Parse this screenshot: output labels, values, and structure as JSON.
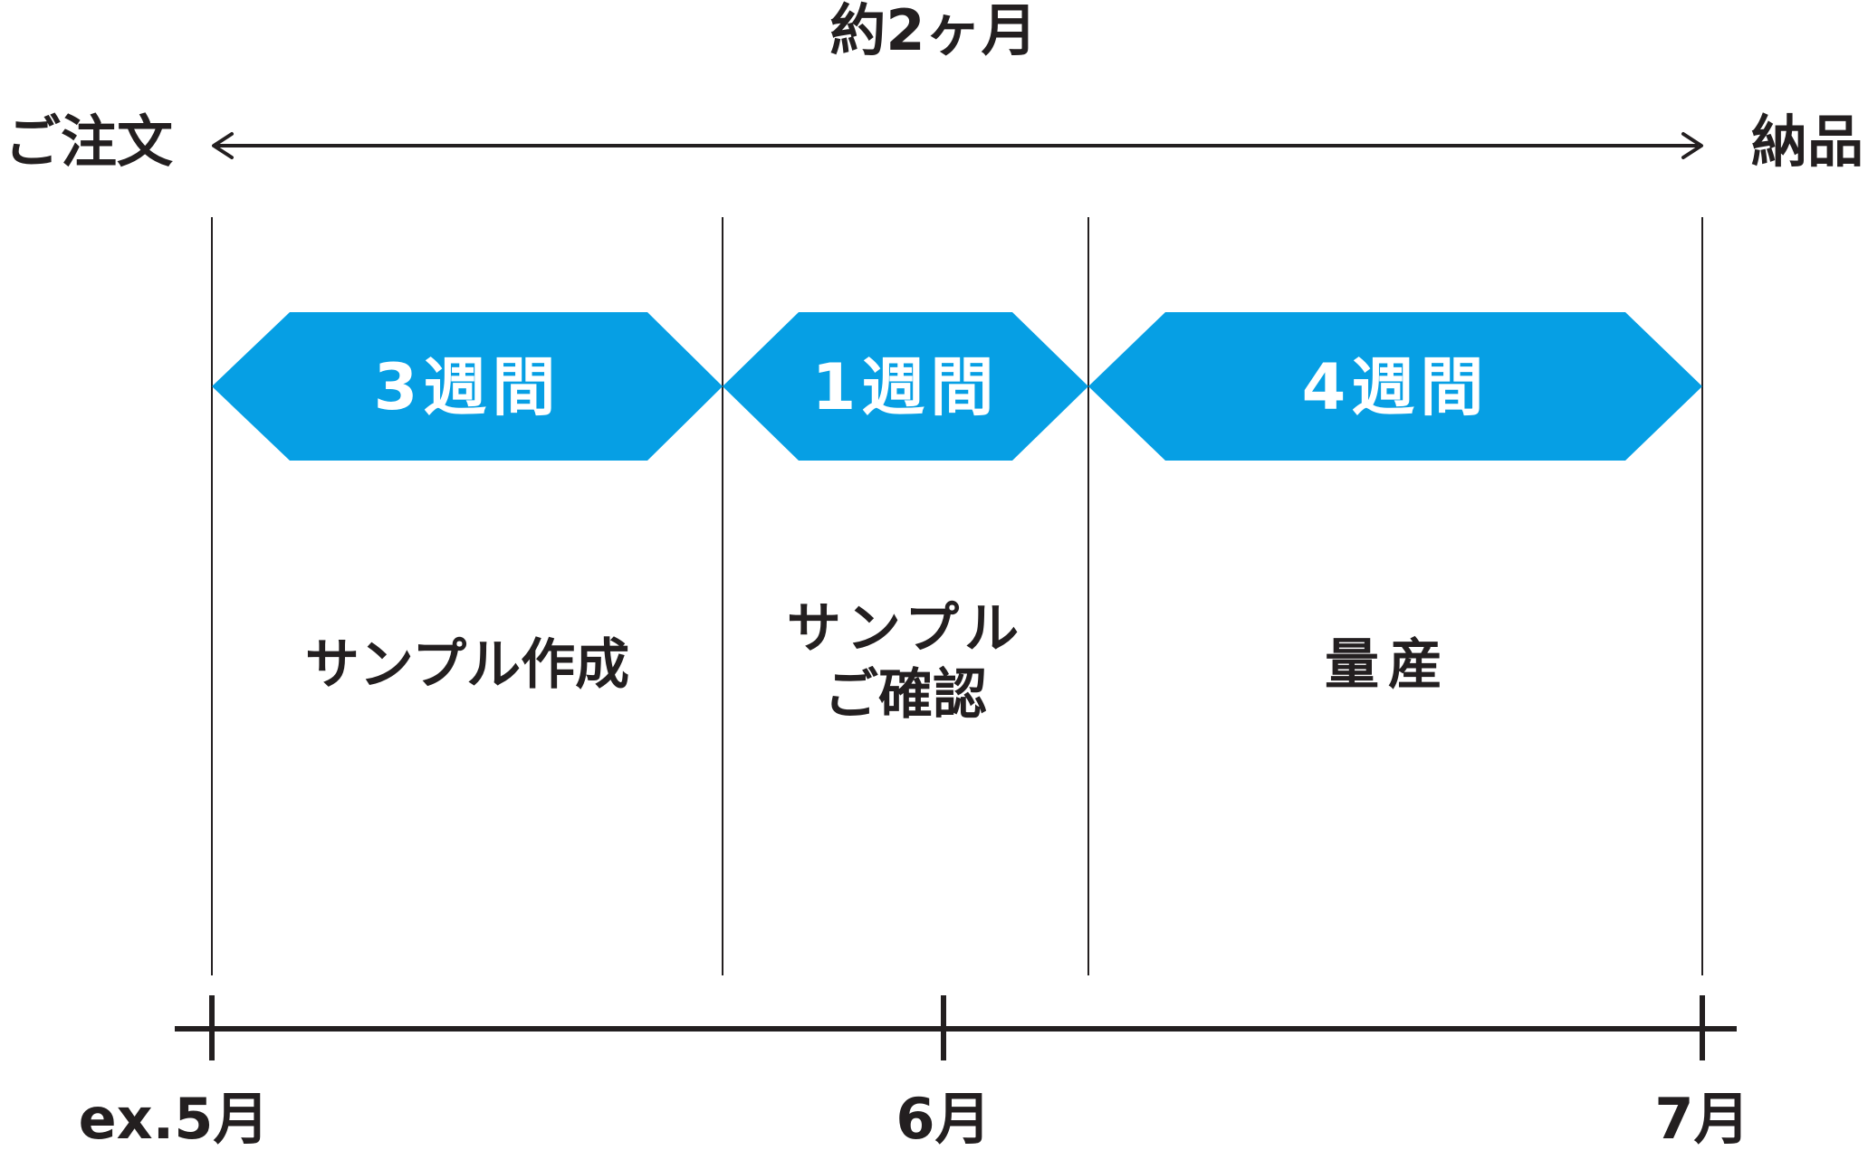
{
  "header": {
    "total_duration": "約2ヶ月",
    "start_label": "ご注文",
    "end_label": "納品"
  },
  "phases": [
    {
      "duration": "3週間",
      "name_lines": [
        "サンプル作成"
      ]
    },
    {
      "duration": "1週間",
      "name_lines": [
        "サンプル",
        "ご確認"
      ]
    },
    {
      "duration": "4週間",
      "name_lines": [
        "量産"
      ]
    }
  ],
  "timeline": {
    "ticks": [
      "ex.5月",
      "6月",
      "7月"
    ]
  },
  "colors": {
    "phase_fill": "#069fe4",
    "line": "#231f20",
    "text": "#231f20",
    "phase_text": "#ffffff"
  }
}
